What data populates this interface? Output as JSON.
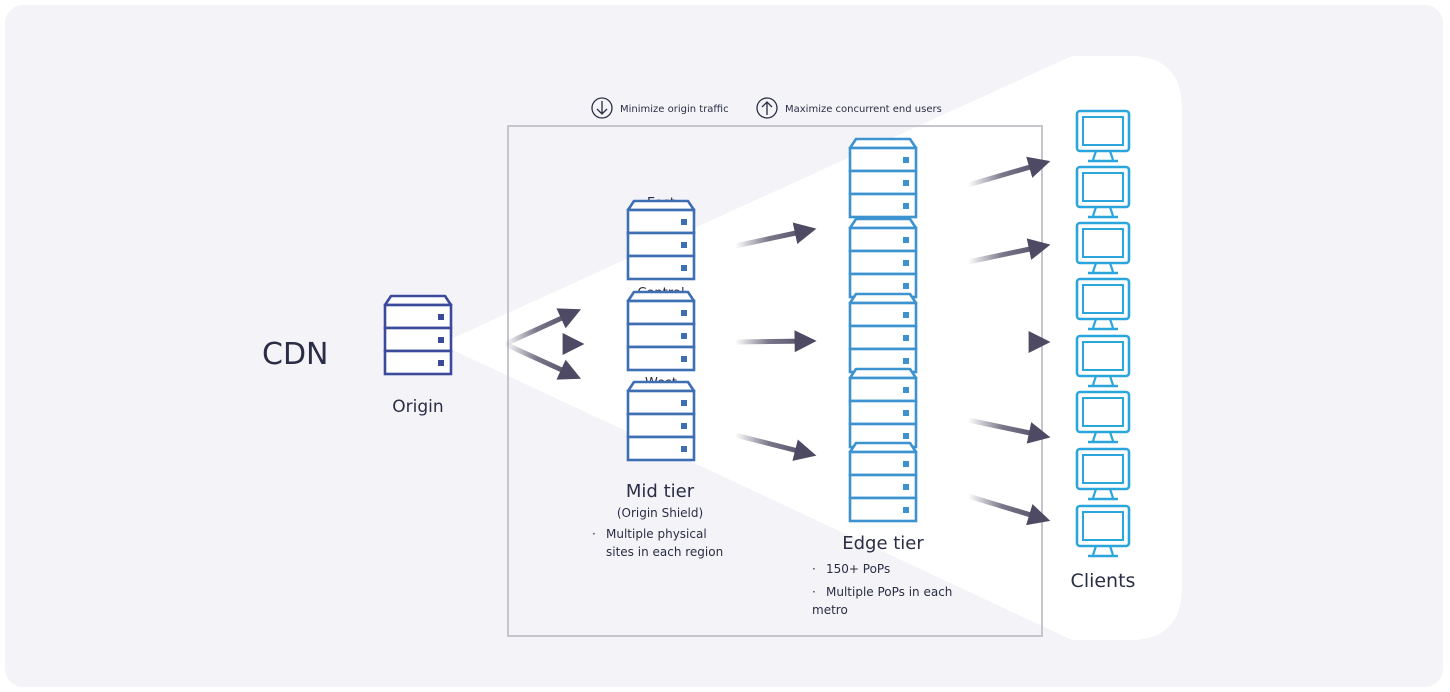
{
  "title": "CDN",
  "legend": [
    {
      "icon": "down-arrow-circle-icon",
      "label": "Minimize origin traffic"
    },
    {
      "icon": "up-arrow-circle-icon",
      "label": "Maximize concurrent end users"
    }
  ],
  "origin": {
    "label": "Origin"
  },
  "mid_tier": {
    "regions": [
      "East",
      "Central",
      "West"
    ],
    "title": "Mid tier",
    "subtitle": "(Origin Shield)",
    "bullets": [
      "Multiple physical",
      "sites in each region"
    ]
  },
  "edge_tier": {
    "title": "Edge tier",
    "bullets": [
      "150+ PoPs",
      "Multiple PoPs in each",
      "metro"
    ]
  },
  "clients": {
    "label": "Clients"
  },
  "colors": {
    "origin": "#3b4a9a",
    "mid": "#3e6fb3",
    "edge": "#3c93cf",
    "client": "#2ba6dc",
    "arrow": "#4f4a63",
    "text": "#2a2d45"
  }
}
